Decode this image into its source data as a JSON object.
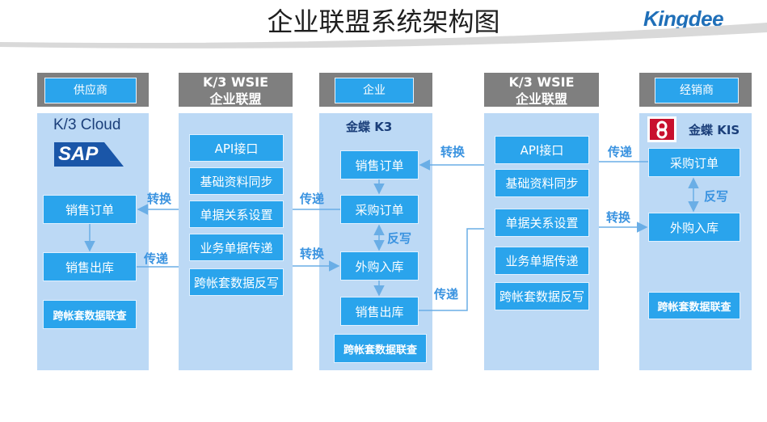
{
  "title": "企业联盟系统架构图",
  "brand": "Kingdee",
  "columns": {
    "supplier": {
      "header": "供应商",
      "logos": [
        "K/3 Cloud",
        "SAP"
      ],
      "boxes": [
        "销售订单",
        "销售出库",
        "跨帐套数据联查"
      ]
    },
    "wsie_left": {
      "header_line1": "K/3 WSIE",
      "header_line2": "企业联盟",
      "boxes": [
        "API接口",
        "基础资料同步",
        "单据关系设置",
        "业务单据传递",
        "跨帐套数据反写"
      ]
    },
    "enterprise": {
      "header": "企业",
      "logo": "金蝶 K3",
      "boxes": [
        "销售订单",
        "采购订单",
        "外购入库",
        "销售出库",
        "跨帐套数据联查"
      ]
    },
    "wsie_right": {
      "header_line1": "K/3 WSIE",
      "header_line2": "企业联盟",
      "boxes": [
        "API接口",
        "基础资料同步",
        "单据关系设置",
        "业务单据传递",
        "跨帐套数据反写"
      ]
    },
    "dealer": {
      "header": "经销商",
      "logo": "金蝶 KIS",
      "boxes": [
        "采购订单",
        "外购入库",
        "跨帐套数据联查"
      ]
    }
  },
  "labels": {
    "zhuanhuan": "转换",
    "chuandi": "传递",
    "fanxie": "反写"
  },
  "colors": {
    "column_bg": "#bcd9f5",
    "header_bg": "#7f7f7f",
    "box_bg": "#2aa4ec",
    "arrow": "#6aaee6",
    "label": "#3a93e0"
  }
}
